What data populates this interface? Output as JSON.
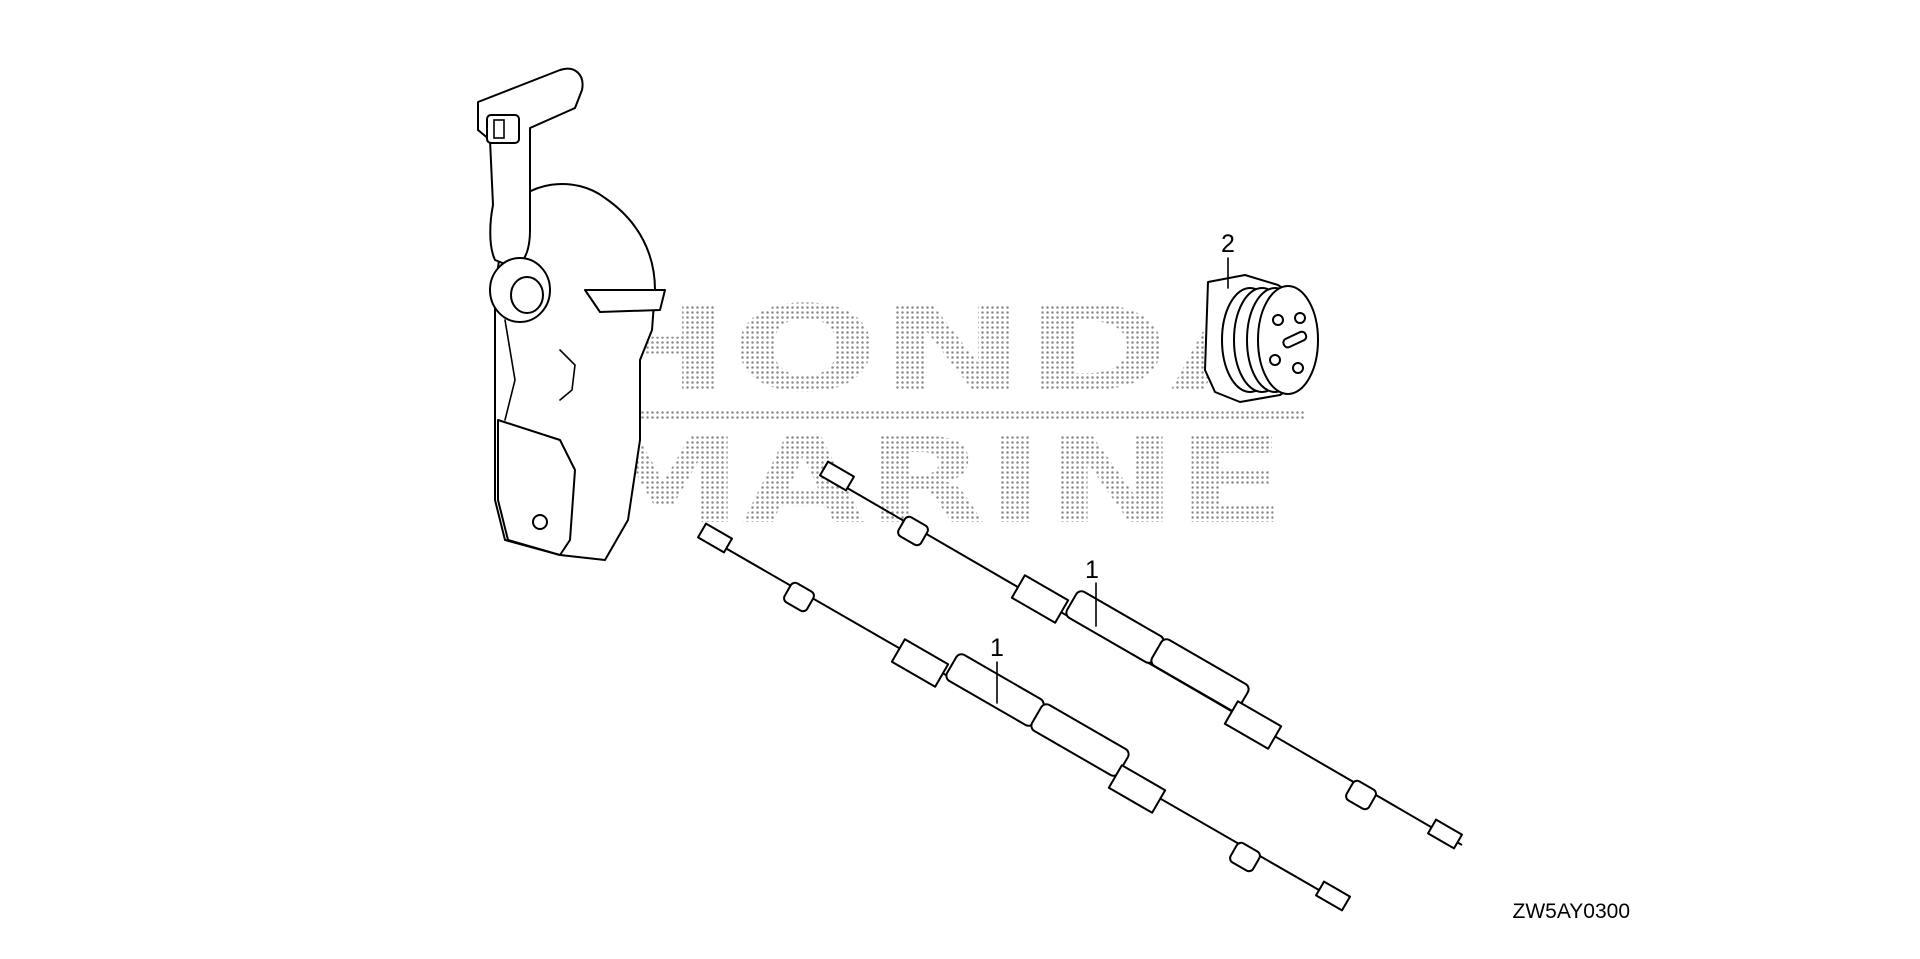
{
  "watermark": {
    "line1": "HONDA",
    "line2": "MARINE"
  },
  "callouts": [
    {
      "id": "cable-upper",
      "label": "1"
    },
    {
      "id": "cable-lower",
      "label": "1"
    },
    {
      "id": "connector",
      "label": "2"
    }
  ],
  "diagram_code": "ZW5AY0300",
  "colors": {
    "line": "#000000",
    "background": "#ffffff",
    "watermark_dots": "#9a9a9a"
  }
}
